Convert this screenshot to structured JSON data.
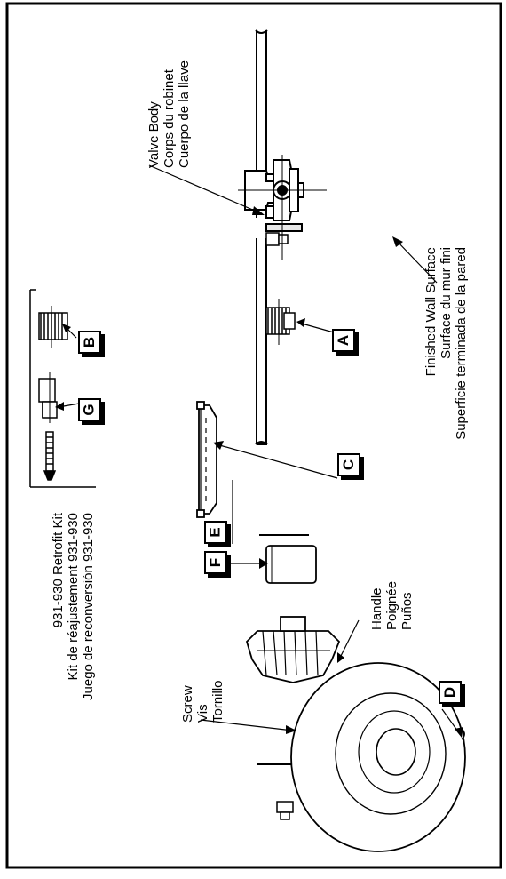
{
  "labels": {
    "valve_body": [
      "Valve Body",
      "Corps du robinet",
      "Cuerpo de la llave"
    ],
    "finished_wall": [
      "Finished Wall Surface",
      "Surface du mur fini",
      "Superficie terminada de la pared"
    ],
    "retrofit_kit": [
      "931-930 Retrofit Kit",
      "Kit de réajustement 931-930",
      "Juego de reconversión 931-930"
    ],
    "handle": [
      "Handle",
      "Poignée",
      "Puños"
    ],
    "screw": [
      "Screw",
      "Vis",
      "Tornillo"
    ]
  },
  "parts": {
    "a": "A",
    "b": "B",
    "c": "C",
    "d": "D",
    "e": "E",
    "f": "F",
    "g": "G"
  }
}
